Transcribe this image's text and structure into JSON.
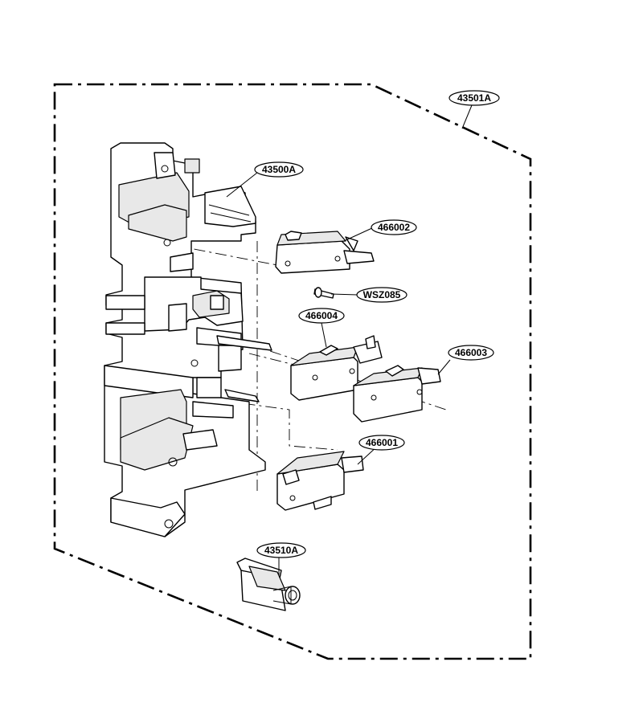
{
  "labels": {
    "assembly": "43501A",
    "latch_board": "43500A",
    "switch_top": "466002",
    "screw": "WSZ085",
    "switch_mid_left": "466004",
    "switch_mid_right": "466003",
    "switch_bottom": "466001",
    "lever": "43510A"
  }
}
